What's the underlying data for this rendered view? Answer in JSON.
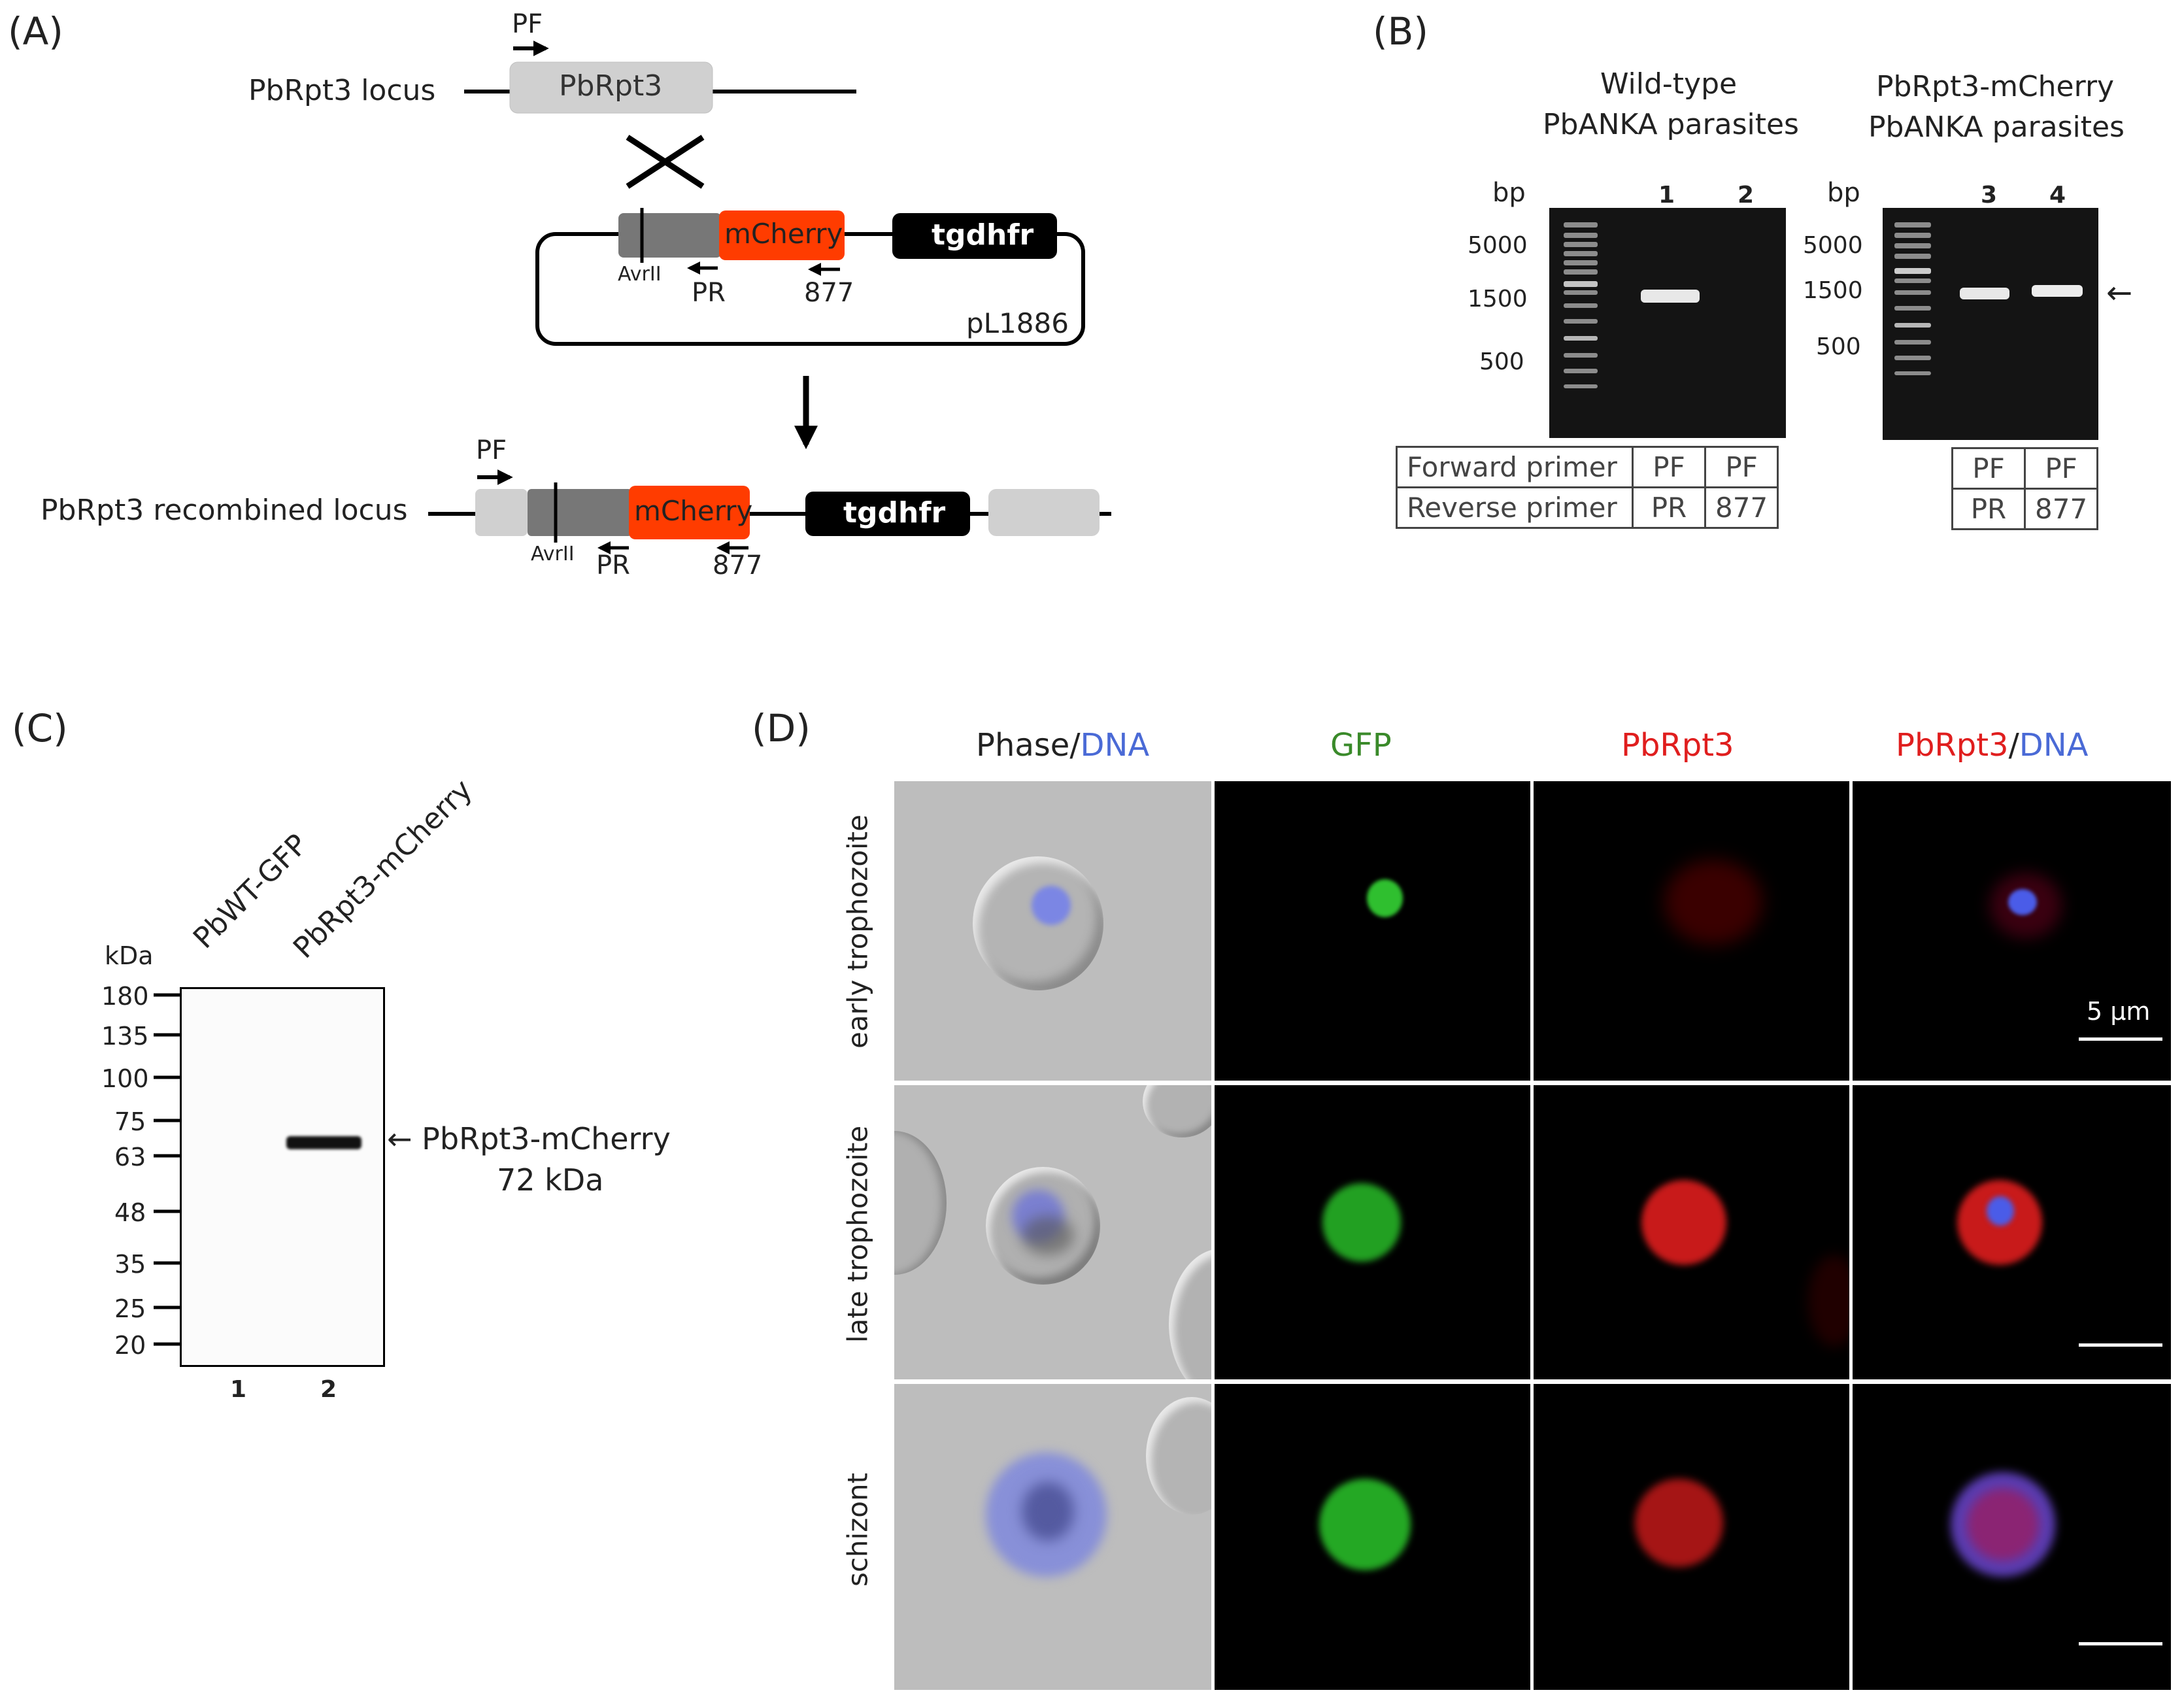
{
  "panelA": {
    "label": "(A)",
    "locus_label": "PbRpt3 locus",
    "gene_box": "PbRpt3",
    "primer_pf": "PF",
    "mcherry": "mCherry",
    "tgdhfr": "tgdhfr",
    "avrii": "AvrII",
    "primer_pr": "PR",
    "primer_877": "877",
    "plasmid": "pL1886",
    "recombined_label": "PbRpt3 recombined locus",
    "colors": {
      "gene_grey": "#d0d0d0",
      "dark_grey": "#777777",
      "mcherry": "#ff3c00",
      "tgdhfr": "#000000"
    }
  },
  "panelB": {
    "label": "(B)",
    "wt_title_1": "Wild-type",
    "wt_title_2": "PbANKA parasites",
    "mc_title_1": "PbRpt3-mCherry",
    "mc_title_2": "PbANKA parasites",
    "bp": "bp",
    "markers": [
      "5000",
      "1500",
      "500"
    ],
    "lanes": [
      "1",
      "2",
      "3",
      "4"
    ],
    "table_wt": [
      [
        "Forward primer",
        "PF",
        "PF"
      ],
      [
        "Reverse primer",
        "PR",
        "877"
      ]
    ],
    "table_mc": [
      [
        "PF",
        "PF"
      ],
      [
        "PR",
        "877"
      ]
    ],
    "arrow": "←"
  },
  "panelC": {
    "label": "(C)",
    "kda": "kDa",
    "markers": [
      "180",
      "135",
      "100",
      "75",
      "63",
      "48",
      "35",
      "25",
      "20"
    ],
    "lane_names": [
      "PbWT-GFP",
      "PbRpt3-mCherry"
    ],
    "lane_numbers": [
      "1",
      "2"
    ],
    "band_label_1": "← PbRpt3-mCherry",
    "band_label_2": "72 kDa"
  },
  "panelD": {
    "label": "(D)",
    "col_phase": "Phase",
    "col_slash": "/",
    "col_dna": "DNA",
    "col_gfp": "GFP",
    "col_rpt3": "PbRpt3",
    "col_rpt3b": "PbRpt3",
    "col_slash2": "/",
    "col_dna2": "DNA",
    "rows": [
      "early trophozoite",
      "late trophozoite",
      "schizont"
    ],
    "scale": "5 µm",
    "colors": {
      "dna": "#4a6ad6",
      "gfp": "#3a8a2a",
      "rpt3": "#e01e1e"
    }
  }
}
